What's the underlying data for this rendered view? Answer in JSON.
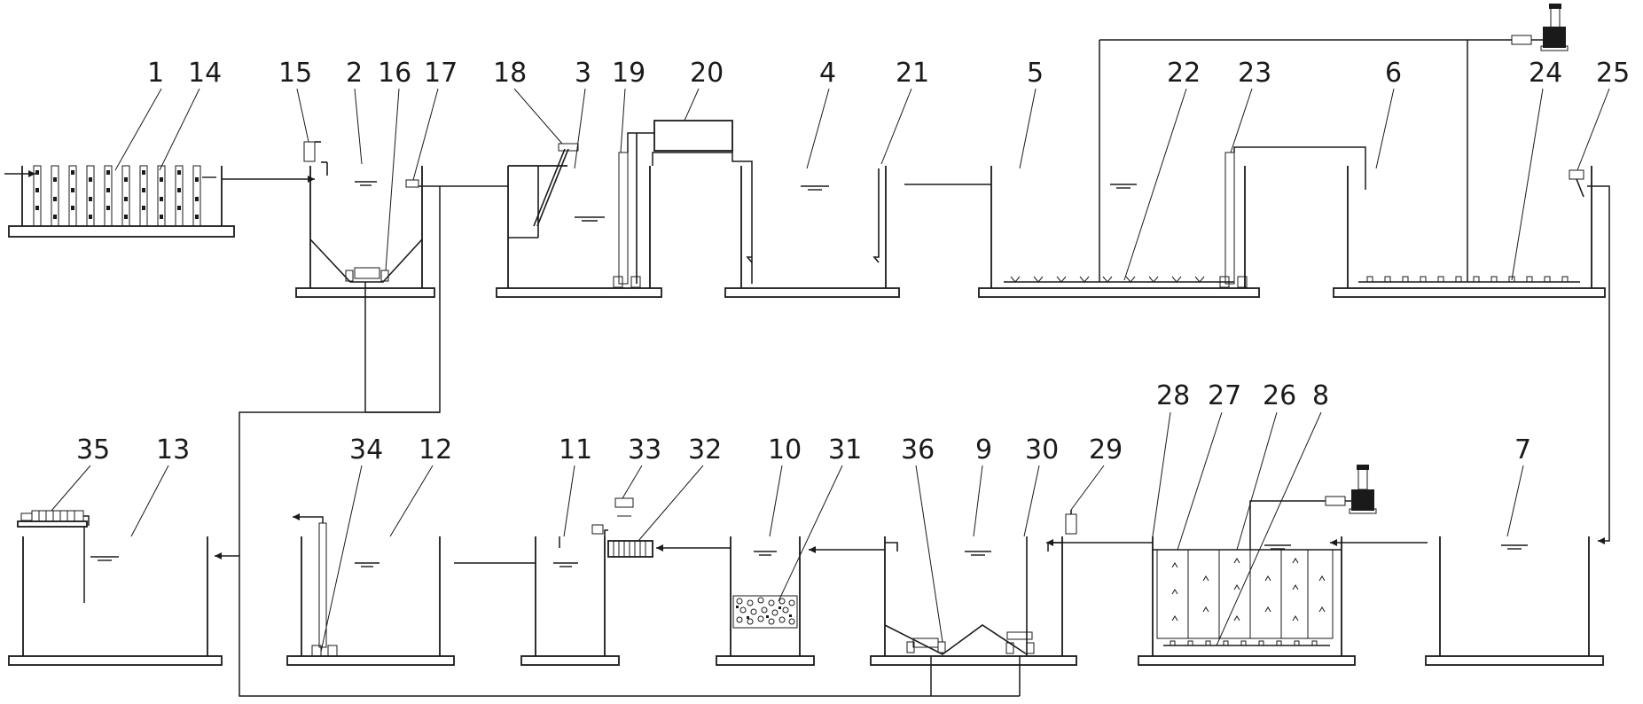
{
  "labels": {
    "n1": "1",
    "n2": "2",
    "n3": "3",
    "n4": "4",
    "n5": "5",
    "n6": "6",
    "n7": "7",
    "n8": "8",
    "n9": "9",
    "n10": "10",
    "n11": "11",
    "n12": "12",
    "n13": "13",
    "n14": "14",
    "n15": "15",
    "n16": "16",
    "n17": "17",
    "n18": "18",
    "n19": "19",
    "n20": "20",
    "n21": "21",
    "n22": "22",
    "n23": "23",
    "n24": "24",
    "n25": "25",
    "n26": "26",
    "n27": "27",
    "n28": "28",
    "n29": "29",
    "n30": "30",
    "n31": "31",
    "n32": "32",
    "n33": "33",
    "n34": "34",
    "n35": "35",
    "n36": "36"
  }
}
